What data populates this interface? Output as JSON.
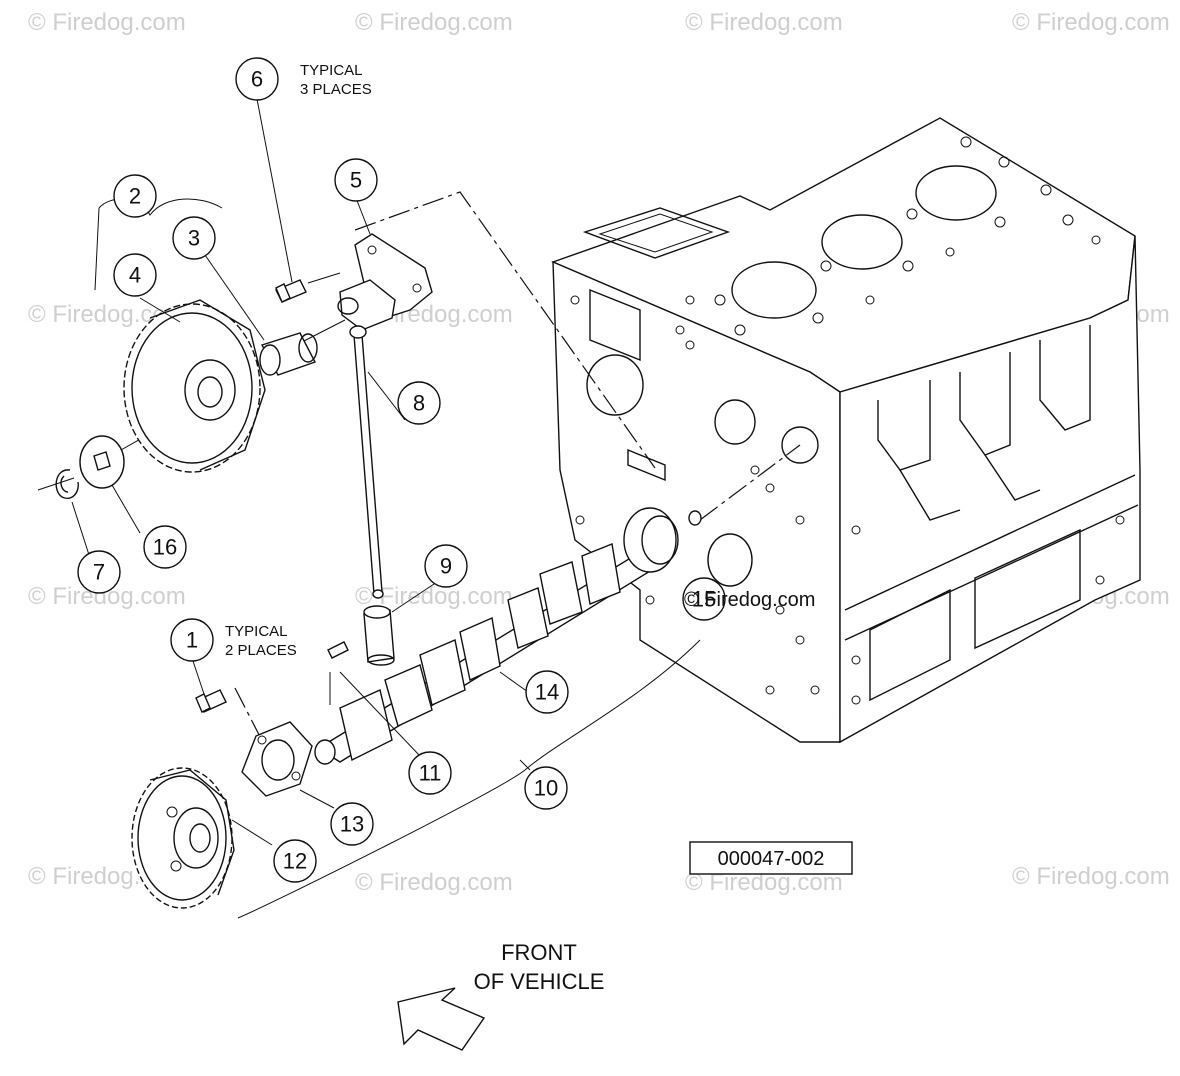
{
  "diagram": {
    "callouts": [
      "1",
      "2",
      "3",
      "4",
      "5",
      "6",
      "7",
      "8",
      "9",
      "10",
      "11",
      "12",
      "13",
      "14",
      "15",
      "16"
    ],
    "notes": {
      "typical_3_line1": "TYPICAL",
      "typical_3_line2": "3 PLACES",
      "typical_2_line1": "TYPICAL",
      "typical_2_line2": "2 PLACES"
    },
    "front_label_line1": "FRONT",
    "front_label_line2": "OF VEHICLE",
    "drawing_number": "000047-002"
  },
  "watermark": {
    "text": "© Firedog.com",
    "color": "#cfcfcf"
  },
  "colors": {
    "line": "#111111",
    "background": "#ffffff"
  }
}
